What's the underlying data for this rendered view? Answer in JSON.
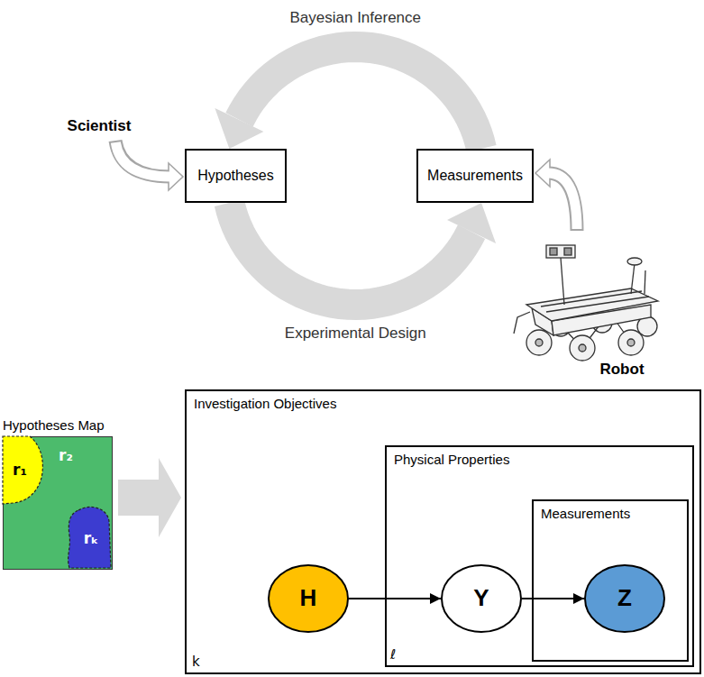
{
  "diagram": {
    "nodes": [
      {
        "text": [
          "Hypotheses"
        ]
      },
      {
        "text": [
          "Measurements"
        ]
      },
      {
        "text": [
          "Hypotheses Map",
          "r₂"
        ]
      },
      {
        "text": [
          "r₁"
        ],
        "in": 2
      },
      {
        "text": [
          "rₖ"
        ],
        "in": 2
      },
      {
        "text": [
          "Investigation Objectives",
          "k"
        ]
      },
      {
        "text": [
          "H"
        ],
        "in": 5
      },
      {
        "text": [
          "Physical Properties",
          "ℓ"
        ],
        "in": 5
      },
      {
        "text": [
          "Y"
        ],
        "in": 7
      },
      {
        "text": [
          "Measurements"
        ],
        "in": 7
      },
      {
        "text": [
          "Z"
        ],
        "in": 9
      }
    ],
    "edges": [
      {
        "from": 1,
        "to": 0,
        "label": "Bayesian Inference",
        "arrow": "to"
      },
      {
        "from": 0,
        "to": 1,
        "label": "Experimental Design",
        "arrow": "to"
      },
      {
        "from": 6,
        "to": 8,
        "arrow": "to"
      },
      {
        "from": 8,
        "to": 10,
        "arrow": "to"
      }
    ],
    "labels": [
      "Scientist",
      "Robot"
    ]
  }
}
